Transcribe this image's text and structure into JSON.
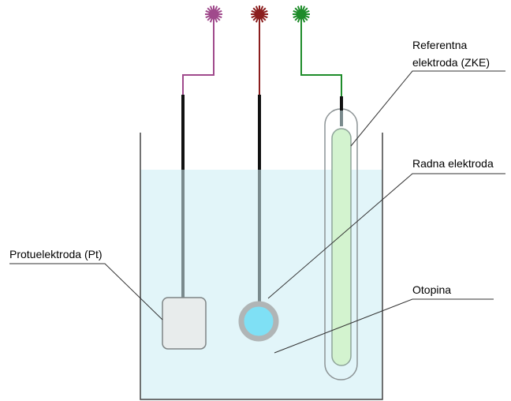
{
  "labels": {
    "reference_line1": "Referentna",
    "reference_line2": "elektroda (ZKE)",
    "working": "Radna elektroda",
    "counter": "Protuelektroda (Pt)",
    "solution": "Otopina"
  },
  "colors": {
    "counter_wire": "#a04a8c",
    "working_wire": "#8b1e1e",
    "reference_wire": "#1e8c2a",
    "solution": "#e2f5f9",
    "working_disc": "#7fe0f5",
    "reference_fill": "#d3f3cf",
    "counter_plate": "#e8ecec"
  },
  "icons": {
    "counter_terminal": "terminal-connector-icon",
    "working_terminal": "terminal-connector-icon",
    "reference_terminal": "terminal-connector-icon"
  }
}
